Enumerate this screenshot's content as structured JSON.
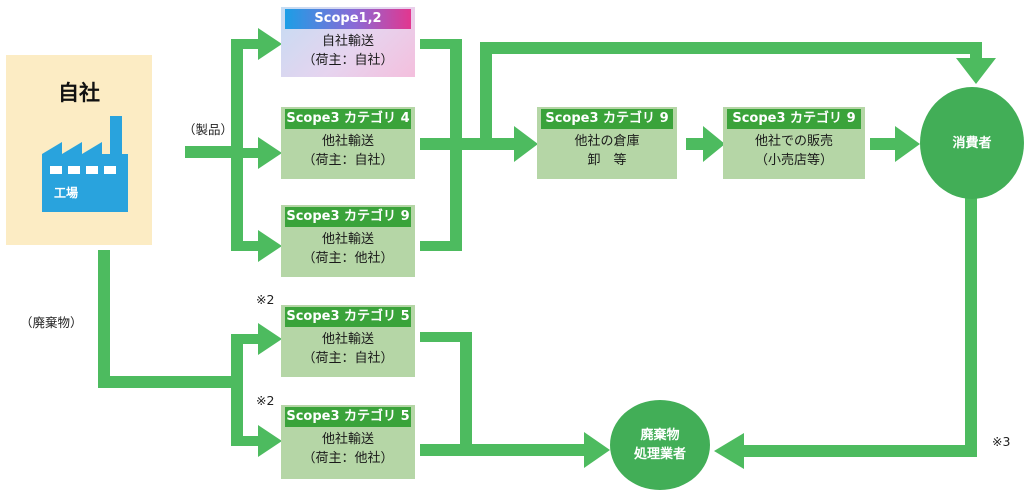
{
  "company": {
    "title": "自社",
    "factory_label": "工場"
  },
  "labels": {
    "product": "（製品）",
    "waste": "（廃棄物）"
  },
  "notes": {
    "n2a": "※2",
    "n2b": "※2",
    "n3": "※3"
  },
  "boxes": {
    "scope12": {
      "header": "Scope1,2",
      "line1": "自社輸送",
      "line2": "（荷主：自社）"
    },
    "cat4": {
      "header": "Scope3 カテゴリ 4",
      "line1": "他社輸送",
      "line2": "（荷主：自社）"
    },
    "cat9_transport": {
      "header": "Scope3 カテゴリ 9",
      "line1": "他社輸送",
      "line2": "（荷主：他社）"
    },
    "cat9_warehouse": {
      "header": "Scope3 カテゴリ 9",
      "line1": "他社の倉庫",
      "line2": "卸　等"
    },
    "cat9_sales": {
      "header": "Scope3 カテゴリ 9",
      "line1": "他社での販売",
      "line2": "（小売店等）"
    },
    "cat5_own": {
      "header": "Scope3 カテゴリ 5",
      "line1": "他社輸送",
      "line2": "（荷主：自社）"
    },
    "cat5_other": {
      "header": "Scope3 カテゴリ 5",
      "line1": "他社輸送",
      "line2": "（荷主：他社）"
    }
  },
  "nodes": {
    "consumer": "消費者",
    "waste_line1": "廃棄物",
    "waste_line2": "処理業者"
  },
  "colors": {
    "arrow": "#4dbb5f",
    "box": "#b5d6a6",
    "header": "#3aa33a",
    "circle": "#42ae57",
    "company_bg": "#fcecc4",
    "factory": "#29a3dd"
  }
}
